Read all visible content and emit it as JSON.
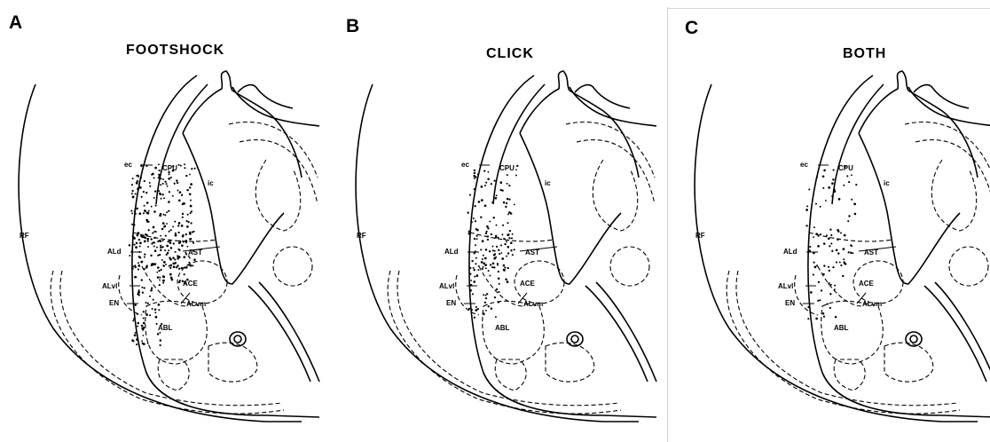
{
  "panels": [
    {
      "letter": "A",
      "title": "FOOTSHOCK",
      "labels": [
        "RF",
        "ec",
        "CPU",
        "ic",
        "ALd",
        "AST",
        "ALvl",
        "ACE",
        "EN",
        "ALvm",
        "ABL"
      ]
    },
    {
      "letter": "B",
      "title": "CLICK",
      "labels": [
        "RF",
        "ec",
        "CPU",
        "ic",
        "ALd",
        "AST",
        "ALvl",
        "ACE",
        "EN",
        "ALvm",
        "ABL"
      ]
    },
    {
      "letter": "C",
      "title": "BOTH",
      "labels": [
        "RF",
        "ec",
        "CPU",
        "ic",
        "ALd",
        "AST",
        "ALvl",
        "ACE",
        "EN",
        "ALvm",
        "ABL"
      ]
    }
  ]
}
